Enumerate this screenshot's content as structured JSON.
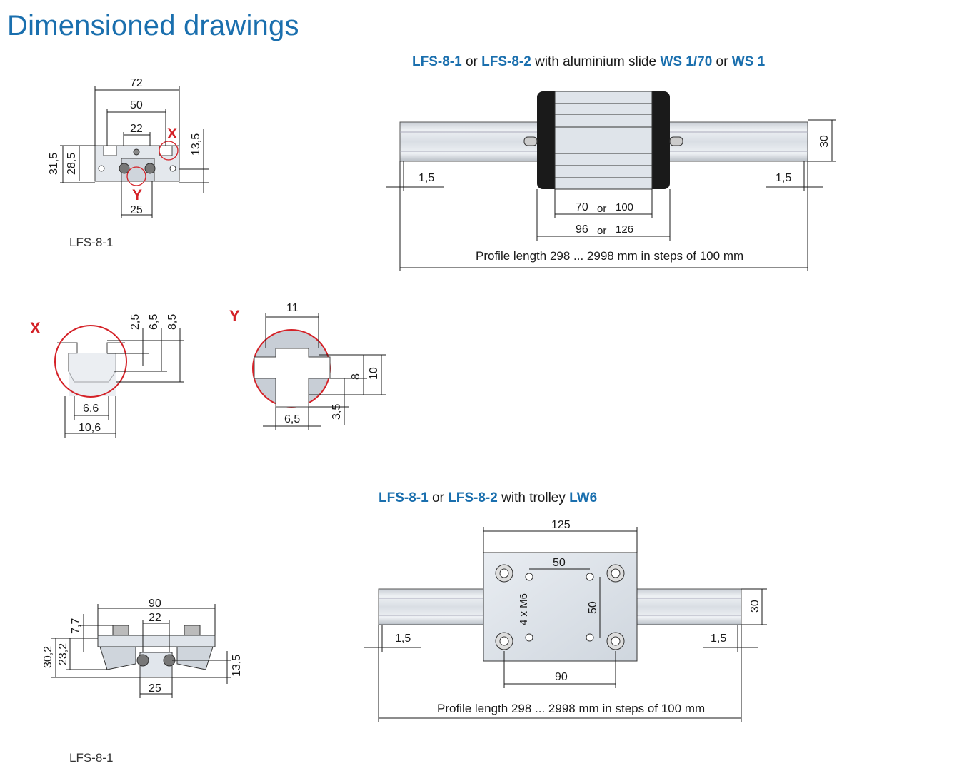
{
  "page": {
    "title": "Dimensioned drawings"
  },
  "captions": {
    "top": {
      "p1": "LFS-8-1",
      "p2": " or ",
      "p3": "LFS-8-2",
      "p4": " with aluminium slide ",
      "p5": "WS 1/70",
      "p6": " or ",
      "p7": "WS 1"
    },
    "bottom": {
      "p1": "LFS-8-1",
      "p2": " or ",
      "p3": "LFS-8-2",
      "p4": " with trolley ",
      "p5": "LW6"
    }
  },
  "labels": {
    "section1": "LFS-8-1",
    "section2": "LFS-8-1"
  },
  "section_view": {
    "dims": {
      "w72": "72",
      "w50": "50",
      "w22": "22",
      "w25": "25",
      "h31_5": "31,5",
      "h28_5": "28,5",
      "h13_5": "13,5"
    },
    "markers": {
      "x": "X",
      "y": "Y"
    }
  },
  "slide_view": {
    "dims": {
      "h30": "30",
      "end_left": "1,5",
      "end_right": "1,5",
      "w70": "70",
      "w100": "100",
      "w96": "96",
      "w126": "126",
      "or": "or"
    },
    "profile_length": "Profile length 298 ... 2998 mm in steps of 100 mm"
  },
  "detail_x": {
    "marker": "X",
    "dims": {
      "d2_5": "2,5",
      "d6_5": "6,5",
      "d8_5": "8,5",
      "d6_6": "6,6",
      "d10_6": "10,6"
    }
  },
  "detail_y": {
    "marker": "Y",
    "dims": {
      "d11": "11",
      "d8": "8",
      "d10": "10",
      "d3_5": "3,5",
      "d6_5": "6,5"
    }
  },
  "trolley_view": {
    "dims": {
      "w125": "125",
      "w50": "50",
      "h50": "50",
      "w90": "90",
      "h30": "30",
      "end_left": "1,5",
      "end_right": "1,5",
      "holes": "4 x M6"
    },
    "profile_length": "Profile length 298 ... 2998 mm in steps of 100 mm"
  },
  "trolley_section": {
    "dims": {
      "w90": "90",
      "w22": "22",
      "w25": "25",
      "h7_7": "7,7",
      "h30_2": "30,2",
      "h23_2": "23,2",
      "h13_5": "13,5"
    }
  },
  "colors": {
    "title": "#1a6fae",
    "accent": "#1a6fae",
    "marker": "#d42127",
    "profile": "#d5dbe2",
    "slide_dark": "#1a1a1a"
  }
}
